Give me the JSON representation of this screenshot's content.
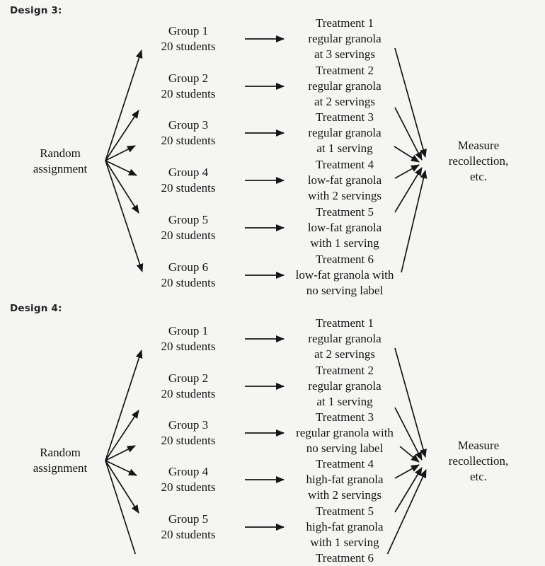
{
  "page": {
    "background": "#f5f5f3",
    "ink": "#161616"
  },
  "designs": [
    {
      "label": "Design 3:",
      "random": [
        "Random",
        "assignment"
      ],
      "outcome": [
        "Measure",
        "recollection,",
        "etc."
      ],
      "rows": [
        {
          "group": [
            "Group 1",
            "20 students"
          ],
          "treatment": [
            "Treatment 1",
            "regular granola",
            "at 3 servings"
          ]
        },
        {
          "group": [
            "Group 2",
            "20 students"
          ],
          "treatment": [
            "Treatment 2",
            "regular granola",
            "at 2 servings"
          ]
        },
        {
          "group": [
            "Group 3",
            "20 students"
          ],
          "treatment": [
            "Treatment 3",
            "regular granola",
            "at 1 serving"
          ]
        },
        {
          "group": [
            "Group 4",
            "20 students"
          ],
          "treatment": [
            "Treatment 4",
            "low-fat granola",
            "with 2 servings"
          ]
        },
        {
          "group": [
            "Group 5",
            "20 students"
          ],
          "treatment": [
            "Treatment 5",
            "low-fat granola",
            "with 1 serving"
          ]
        },
        {
          "group": [
            "Group 6",
            "20 students"
          ],
          "treatment": [
            "Treatment 6",
            "low-fat granola with",
            "no serving label"
          ]
        }
      ]
    },
    {
      "label": "Design 4:",
      "random": [
        "Random",
        "assignment"
      ],
      "outcome": [
        "Measure",
        "recollection,",
        "etc."
      ],
      "rows": [
        {
          "group": [
            "Group 1",
            "20 students"
          ],
          "treatment": [
            "Treatment 1",
            "regular granola",
            "at 2 servings"
          ]
        },
        {
          "group": [
            "Group 2",
            "20 students"
          ],
          "treatment": [
            "Treatment 2",
            "regular granola",
            "at 1 serving"
          ]
        },
        {
          "group": [
            "Group 3",
            "20 students"
          ],
          "treatment": [
            "Treatment 3",
            "regular granola with",
            "no serving label"
          ]
        },
        {
          "group": [
            "Group 4",
            "20 students"
          ],
          "treatment": [
            "Treatment 4",
            "high-fat granola",
            "with 2 servings"
          ]
        },
        {
          "group": [
            "Group 5",
            "20 students"
          ],
          "treatment": [
            "Treatment 5",
            "high-fat granola",
            "with 1 serving"
          ]
        },
        {
          "group": [
            "",
            ""
          ],
          "treatment": [
            "Treatment 6",
            "",
            ""
          ]
        }
      ]
    }
  ]
}
